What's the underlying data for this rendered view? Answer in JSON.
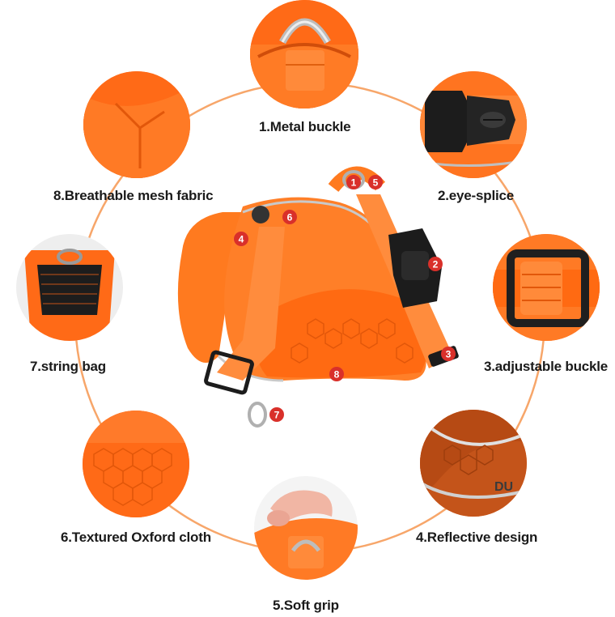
{
  "features": [
    {
      "id": "metal-buckle",
      "label": "1.Metal buckle",
      "marker": "1"
    },
    {
      "id": "eye-splice",
      "label": "2.eye-splice",
      "marker": "2"
    },
    {
      "id": "adjustable-buckle",
      "label": "3.adjustable buckle",
      "marker": "3"
    },
    {
      "id": "reflective-design",
      "label": "4.Reflective design",
      "marker": "4"
    },
    {
      "id": "soft-grip",
      "label": "5.Soft grip",
      "marker": "5"
    },
    {
      "id": "textured-oxford-cloth",
      "label": "6.Textured Oxford cloth",
      "marker": "6"
    },
    {
      "id": "string-bag",
      "label": "7.string bag",
      "marker": "7"
    },
    {
      "id": "breathable-mesh-fabric",
      "label": "8.Breathable mesh fabric",
      "marker": "8"
    }
  ],
  "colors": {
    "harness_orange": "#ff7a1f",
    "harness_dark": "#e2570a",
    "ring_line": "#f7a66a",
    "marker_red": "#d9302a",
    "buckle_black": "#1c1c1c",
    "reflective": "#c9c9c9"
  },
  "icons": {
    "metal_buckle": "d-ring-icon",
    "eye_splice": "side-release-buckle-icon",
    "adjustable": "tri-glide-buckle-icon",
    "reflective": "reflective-strip-icon",
    "soft_grip": "hand-grip-icon",
    "oxford": "hex-texture-icon",
    "string_bag": "mesh-pocket-icon",
    "mesh": "mesh-fabric-icon"
  }
}
